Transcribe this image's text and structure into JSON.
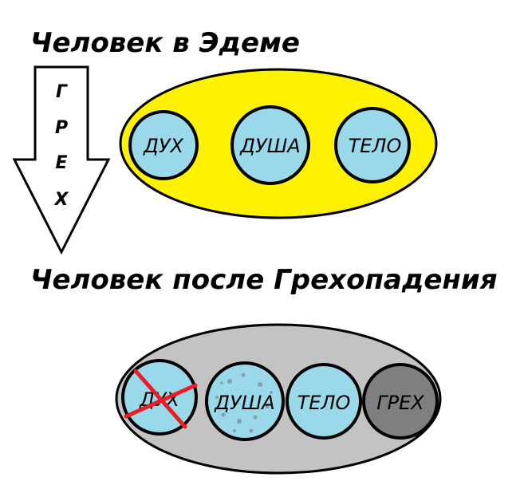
{
  "titles": {
    "eden": "Человек в Эдеме",
    "after_fall": "Человек после Грехопадения"
  },
  "arrow": {
    "letters": [
      "Г",
      "Р",
      "Е",
      "Х"
    ]
  },
  "eden": {
    "circles": [
      "ДУХ",
      "ДУША",
      "ТЕЛО"
    ]
  },
  "after_fall": {
    "circles": [
      "ДУХ",
      "ДУША",
      "ТЕЛО",
      "ГРЕХ"
    ]
  },
  "colors": {
    "eden_ellipse": "#fff200",
    "after_fall_ellipse": "#c3c3c3",
    "circle_fill": "#99d9ea",
    "sin_circle_fill": "#7f7f7f",
    "cross": "#ed1c24",
    "stroke": "#000000"
  }
}
